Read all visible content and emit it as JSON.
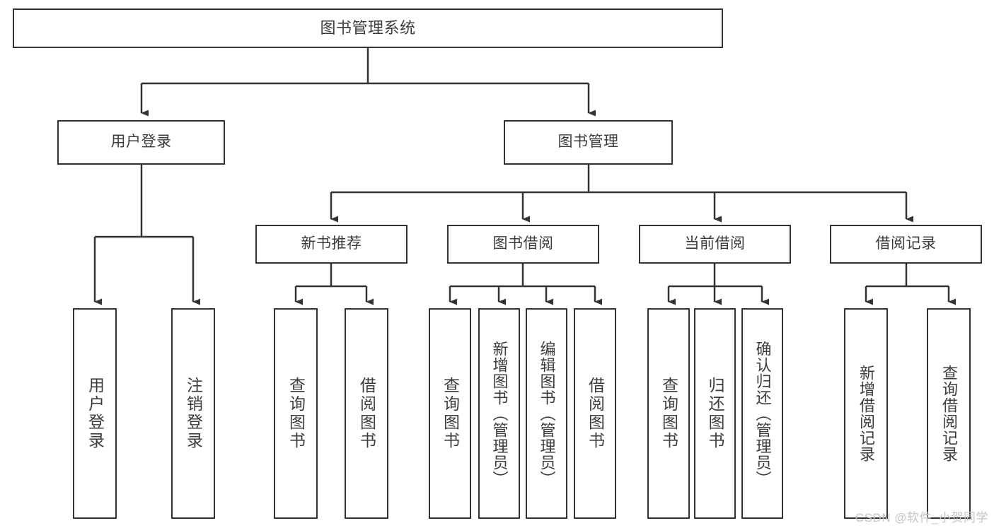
{
  "diagram": {
    "type": "tree-hierarchy",
    "title": "图书管理系统",
    "stroke_color": "#333333",
    "text_color": "#3c3c3c",
    "background_color": "#ffffff",
    "watermark": "CSDN @软件_小贺同学",
    "nodes": {
      "root": {
        "label": "图书管理系统"
      },
      "level1": [
        {
          "id": "user-login",
          "label": "用户登录"
        },
        {
          "id": "book-manage",
          "label": "图书管理"
        }
      ],
      "level2": [
        {
          "id": "new-book-recommend",
          "label": "新书推荐"
        },
        {
          "id": "book-borrow",
          "label": "图书借阅"
        },
        {
          "id": "current-borrow",
          "label": "当前借阅"
        },
        {
          "id": "borrow-record",
          "label": "借阅记录"
        }
      ],
      "leaves": {
        "user_login": [
          {
            "id": "leaf-user-login",
            "label": "用户登录"
          },
          {
            "id": "leaf-user-logout",
            "label": "注销登录"
          }
        ],
        "new_book_recommend": [
          {
            "id": "leaf-query-book-1",
            "label": "查询图书"
          },
          {
            "id": "leaf-borrow-book-1",
            "label": "借阅图书"
          }
        ],
        "book_borrow": [
          {
            "id": "leaf-query-book-2",
            "label": "查询图书"
          },
          {
            "id": "leaf-add-book",
            "label": "新增图书（管理员）"
          },
          {
            "id": "leaf-edit-book",
            "label": "编辑图书（管理员）"
          },
          {
            "id": "leaf-borrow-book-2",
            "label": "借阅图书"
          }
        ],
        "current_borrow": [
          {
            "id": "leaf-query-book-3",
            "label": "查询图书"
          },
          {
            "id": "leaf-return-book",
            "label": "归还图书"
          },
          {
            "id": "leaf-confirm-return",
            "label": "确认归还（管理员）"
          }
        ],
        "borrow_record": [
          {
            "id": "leaf-add-record",
            "label": "新增借阅记录"
          },
          {
            "id": "leaf-query-record",
            "label": "查询借阅记录"
          }
        ]
      }
    }
  }
}
